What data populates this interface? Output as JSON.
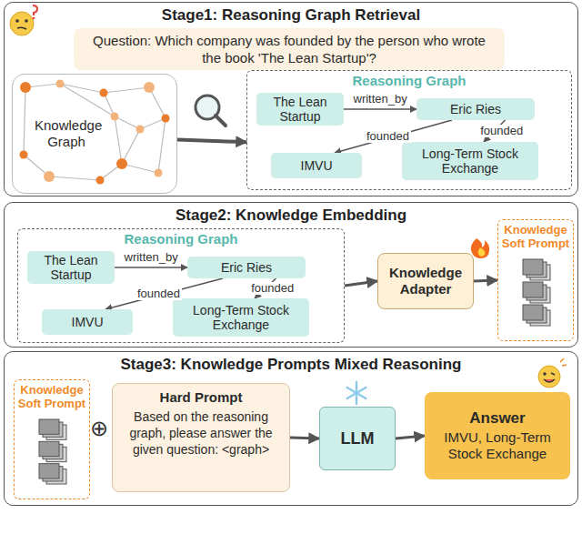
{
  "diagram": {
    "nodes": [
      {
        "text": [
          "Stage1: Reasoning Graph Retrieval"
        ]
      },
      {
        "text": [
          "Question: Which company was founded by the person who wrote the book 'The Lean Startup'?"
        ],
        "in": 0
      },
      {
        "text": [
          "Knowledge Graph"
        ],
        "in": 0
      },
      {
        "text": [
          "Reasoning Graph"
        ],
        "in": 0
      },
      {
        "text": [
          "The Lean Startup"
        ],
        "in": 3
      },
      {
        "text": [
          "Eric Ries"
        ],
        "in": 3
      },
      {
        "text": [
          "IMVU"
        ],
        "in": 3
      },
      {
        "text": [
          "Long-Term Stock Exchange"
        ],
        "in": 3
      },
      {
        "text": [
          "Stage2: Knowledge Embedding"
        ]
      },
      {
        "text": [
          "Reasoning Graph"
        ],
        "in": 8
      },
      {
        "text": [
          "The Lean Startup"
        ],
        "in": 9
      },
      {
        "text": [
          "Eric Ries"
        ],
        "in": 9
      },
      {
        "text": [
          "IMVU"
        ],
        "in": 9
      },
      {
        "text": [
          "Long-Term Stock Exchange"
        ],
        "in": 9
      },
      {
        "text": [
          "Knowledge Adapter"
        ],
        "in": 8
      },
      {
        "text": [
          "Knowledge Soft Prompt"
        ],
        "in": 8
      },
      {
        "text": [
          "Stage3: Knowledge Prompts Mixed Reasoning"
        ]
      },
      {
        "text": [
          "Knowledge Soft Prompt"
        ],
        "in": 16
      },
      {
        "text": [
          "Hard Prompt",
          "Based on the reasoning graph, please answer the given question: <graph>"
        ],
        "in": 16
      },
      {
        "text": [
          "LLM"
        ],
        "in": 16
      },
      {
        "text": [
          "Answer",
          "IMVU, Long-Term Stock Exchange"
        ],
        "in": 16
      }
    ],
    "edges": [
      {
        "from": 4,
        "to": 5,
        "label": "written_by",
        "arrow": "to"
      },
      {
        "from": 5,
        "to": 6,
        "label": "founded",
        "arrow": "to"
      },
      {
        "from": 5,
        "to": 7,
        "label": "founded",
        "arrow": "to"
      },
      {
        "from": 10,
        "to": 11,
        "label": "written_by",
        "arrow": "to"
      },
      {
        "from": 11,
        "to": 12,
        "label": "founded",
        "arrow": "to"
      },
      {
        "from": 11,
        "to": 13,
        "label": "founded",
        "arrow": "to"
      },
      {
        "from": 2,
        "to": 3,
        "arrow": "to"
      },
      {
        "from": 9,
        "to": 14,
        "arrow": "to"
      },
      {
        "from": 14,
        "to": 15,
        "arrow": "to"
      },
      {
        "from": 18,
        "to": 19,
        "arrow": "to"
      },
      {
        "from": 19,
        "to": 20,
        "arrow": "to"
      }
    ],
    "labels": [
      "⊕"
    ]
  }
}
